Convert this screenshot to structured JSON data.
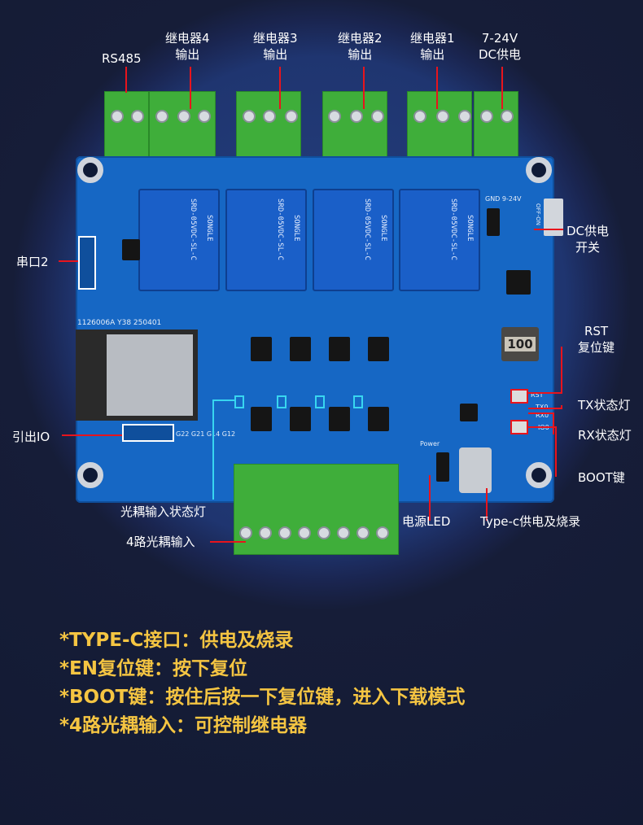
{
  "top_labels": {
    "rs485": "RS485",
    "relay4": [
      "继电器4",
      "输出"
    ],
    "relay3": [
      "继电器3",
      "输出"
    ],
    "relay2": [
      "继电器2",
      "输出"
    ],
    "relay1": [
      "继电器1",
      "输出"
    ],
    "power": [
      "7-24V",
      "DC供电"
    ]
  },
  "side_labels": {
    "uart2": "串口2",
    "io": "引出IO",
    "dc_switch": [
      "DC供电",
      "开关"
    ],
    "rst": [
      "RST",
      "复位键"
    ],
    "tx": "TX状态灯",
    "rx": "RX状态灯",
    "boot": "BOOT键",
    "opto_led": "光耦输入状态灯",
    "opto_in": "4路光耦输入",
    "power_led": "电源LED",
    "typec": "Type-c供电及烧录"
  },
  "silkscreen": {
    "gnd": "GND 9-24V",
    "power": "Power",
    "rst": "RST",
    "tx0": "TX0",
    "rx0": "RX0",
    "io0": "IO0",
    "io_pins": "G22 G21 G14 G12",
    "batch": "1126006A Y38 250401",
    "inductor": "100",
    "relay_model": "SRD-05VDC-SL-C",
    "relay_brand": "SONGLE",
    "switch": "OFF-ON"
  },
  "features": [
    "*TYPE-C接口：供电及烧录",
    "*EN复位键：按下复位",
    "*BOOT键：按住后按一下复位键，进入下载模式",
    "*4路光耦输入：可控制继电器"
  ],
  "colors": {
    "accent_line": "#e8141c",
    "feature_text": "#f5c542",
    "pcb": "#1667c4",
    "terminal": "#3fae3a"
  }
}
